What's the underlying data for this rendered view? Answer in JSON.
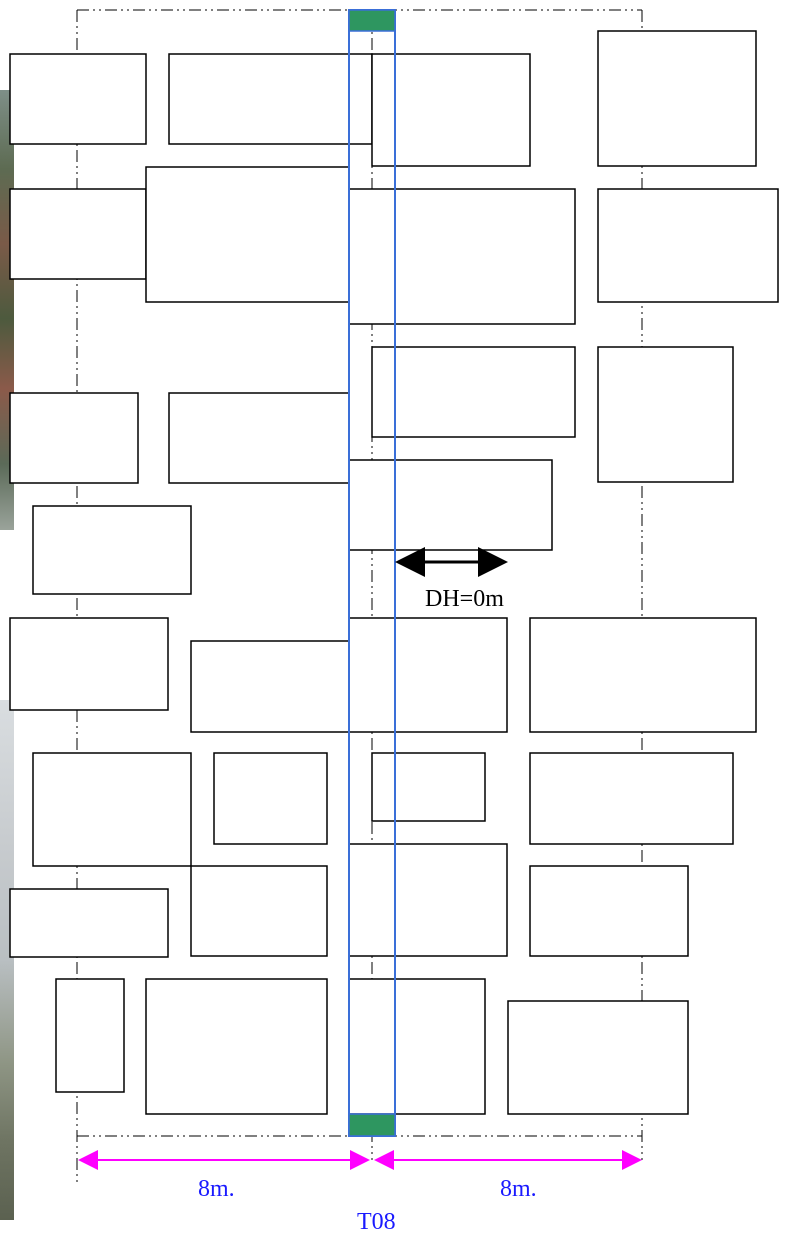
{
  "diagram": {
    "dimension_label": "DH=0m",
    "span_left_label": "8m.",
    "span_right_label": "8m.",
    "section_label": "T08"
  },
  "colors": {
    "outline": "#000000",
    "column_strip": "#3a6fd8",
    "pad_fill": "#2e9660",
    "span_arrow": "#ff00ff",
    "span_text": "#1a1aff",
    "dim_arrow": "#000000"
  }
}
